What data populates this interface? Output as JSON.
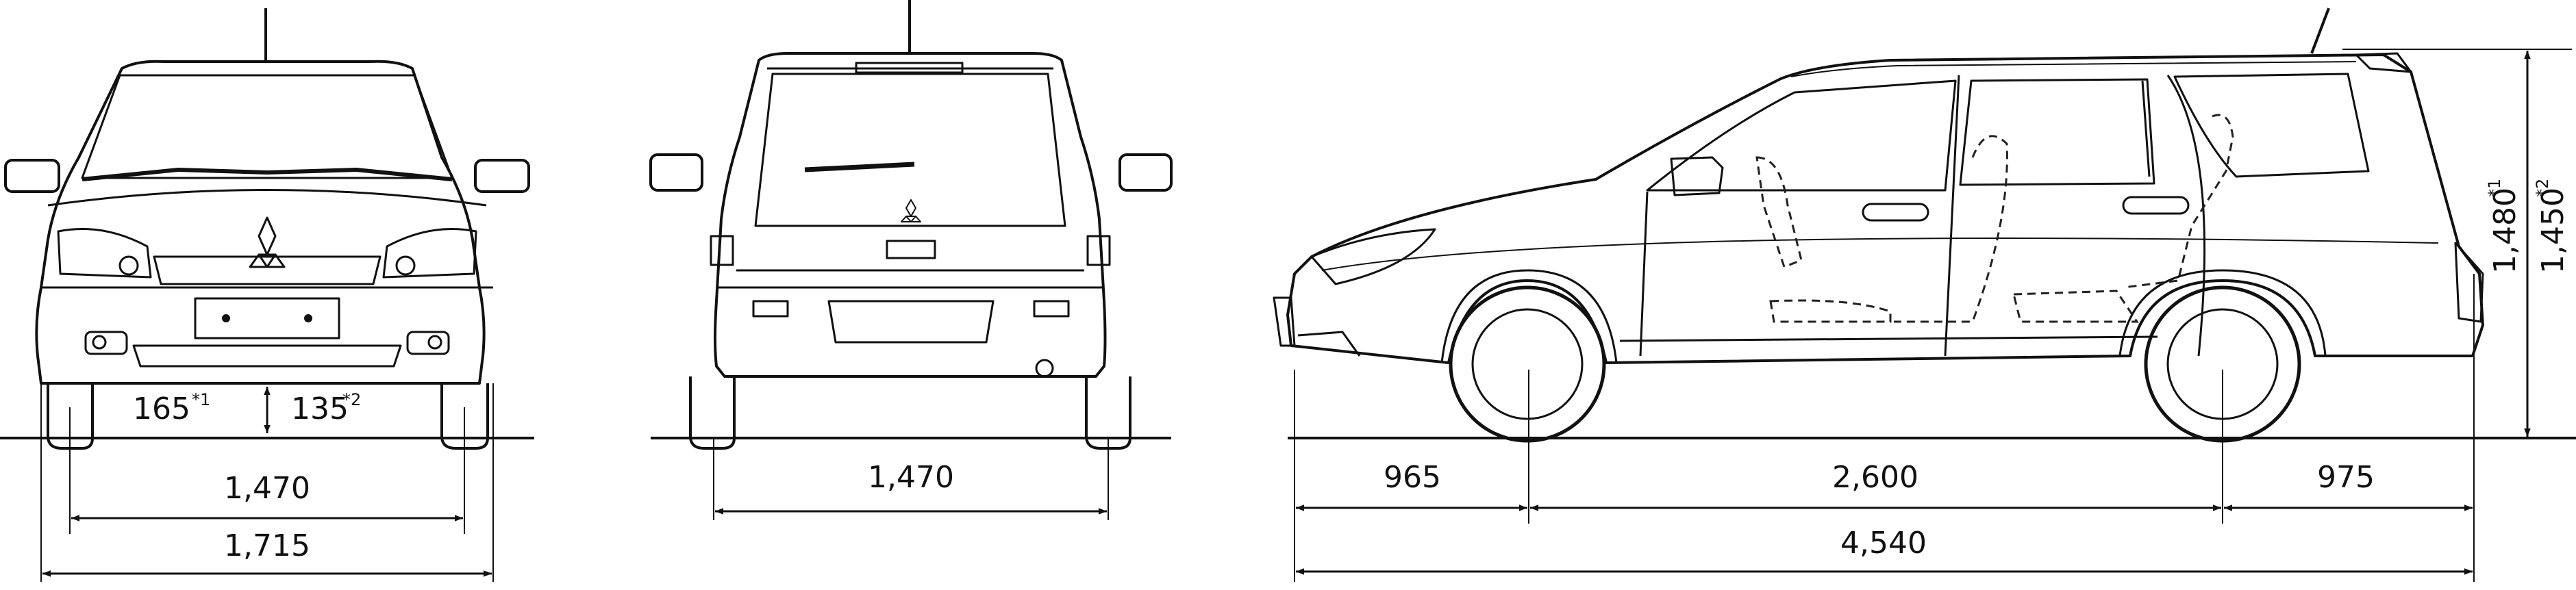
{
  "colors": {
    "line": "#111111",
    "thin": "#222222",
    "background": "#ffffff"
  },
  "front_view": {
    "ground_clearance_1": "165",
    "ground_clearance_1_note": "*1",
    "ground_clearance_2": "135",
    "ground_clearance_2_note": "*2",
    "track": "1,470",
    "overall_width": "1,715"
  },
  "rear_view": {
    "track": "1,470"
  },
  "side_view": {
    "front_overhang": "965",
    "wheelbase": "2,600",
    "rear_overhang": "975",
    "overall_length": "4,540",
    "height_1": "1,480",
    "height_1_note": "*1",
    "height_2": "1,450",
    "height_2_note": "*2"
  },
  "brand_marks": [
    "mitsubishi-emblem-icon",
    "rear-emblem-icon"
  ]
}
